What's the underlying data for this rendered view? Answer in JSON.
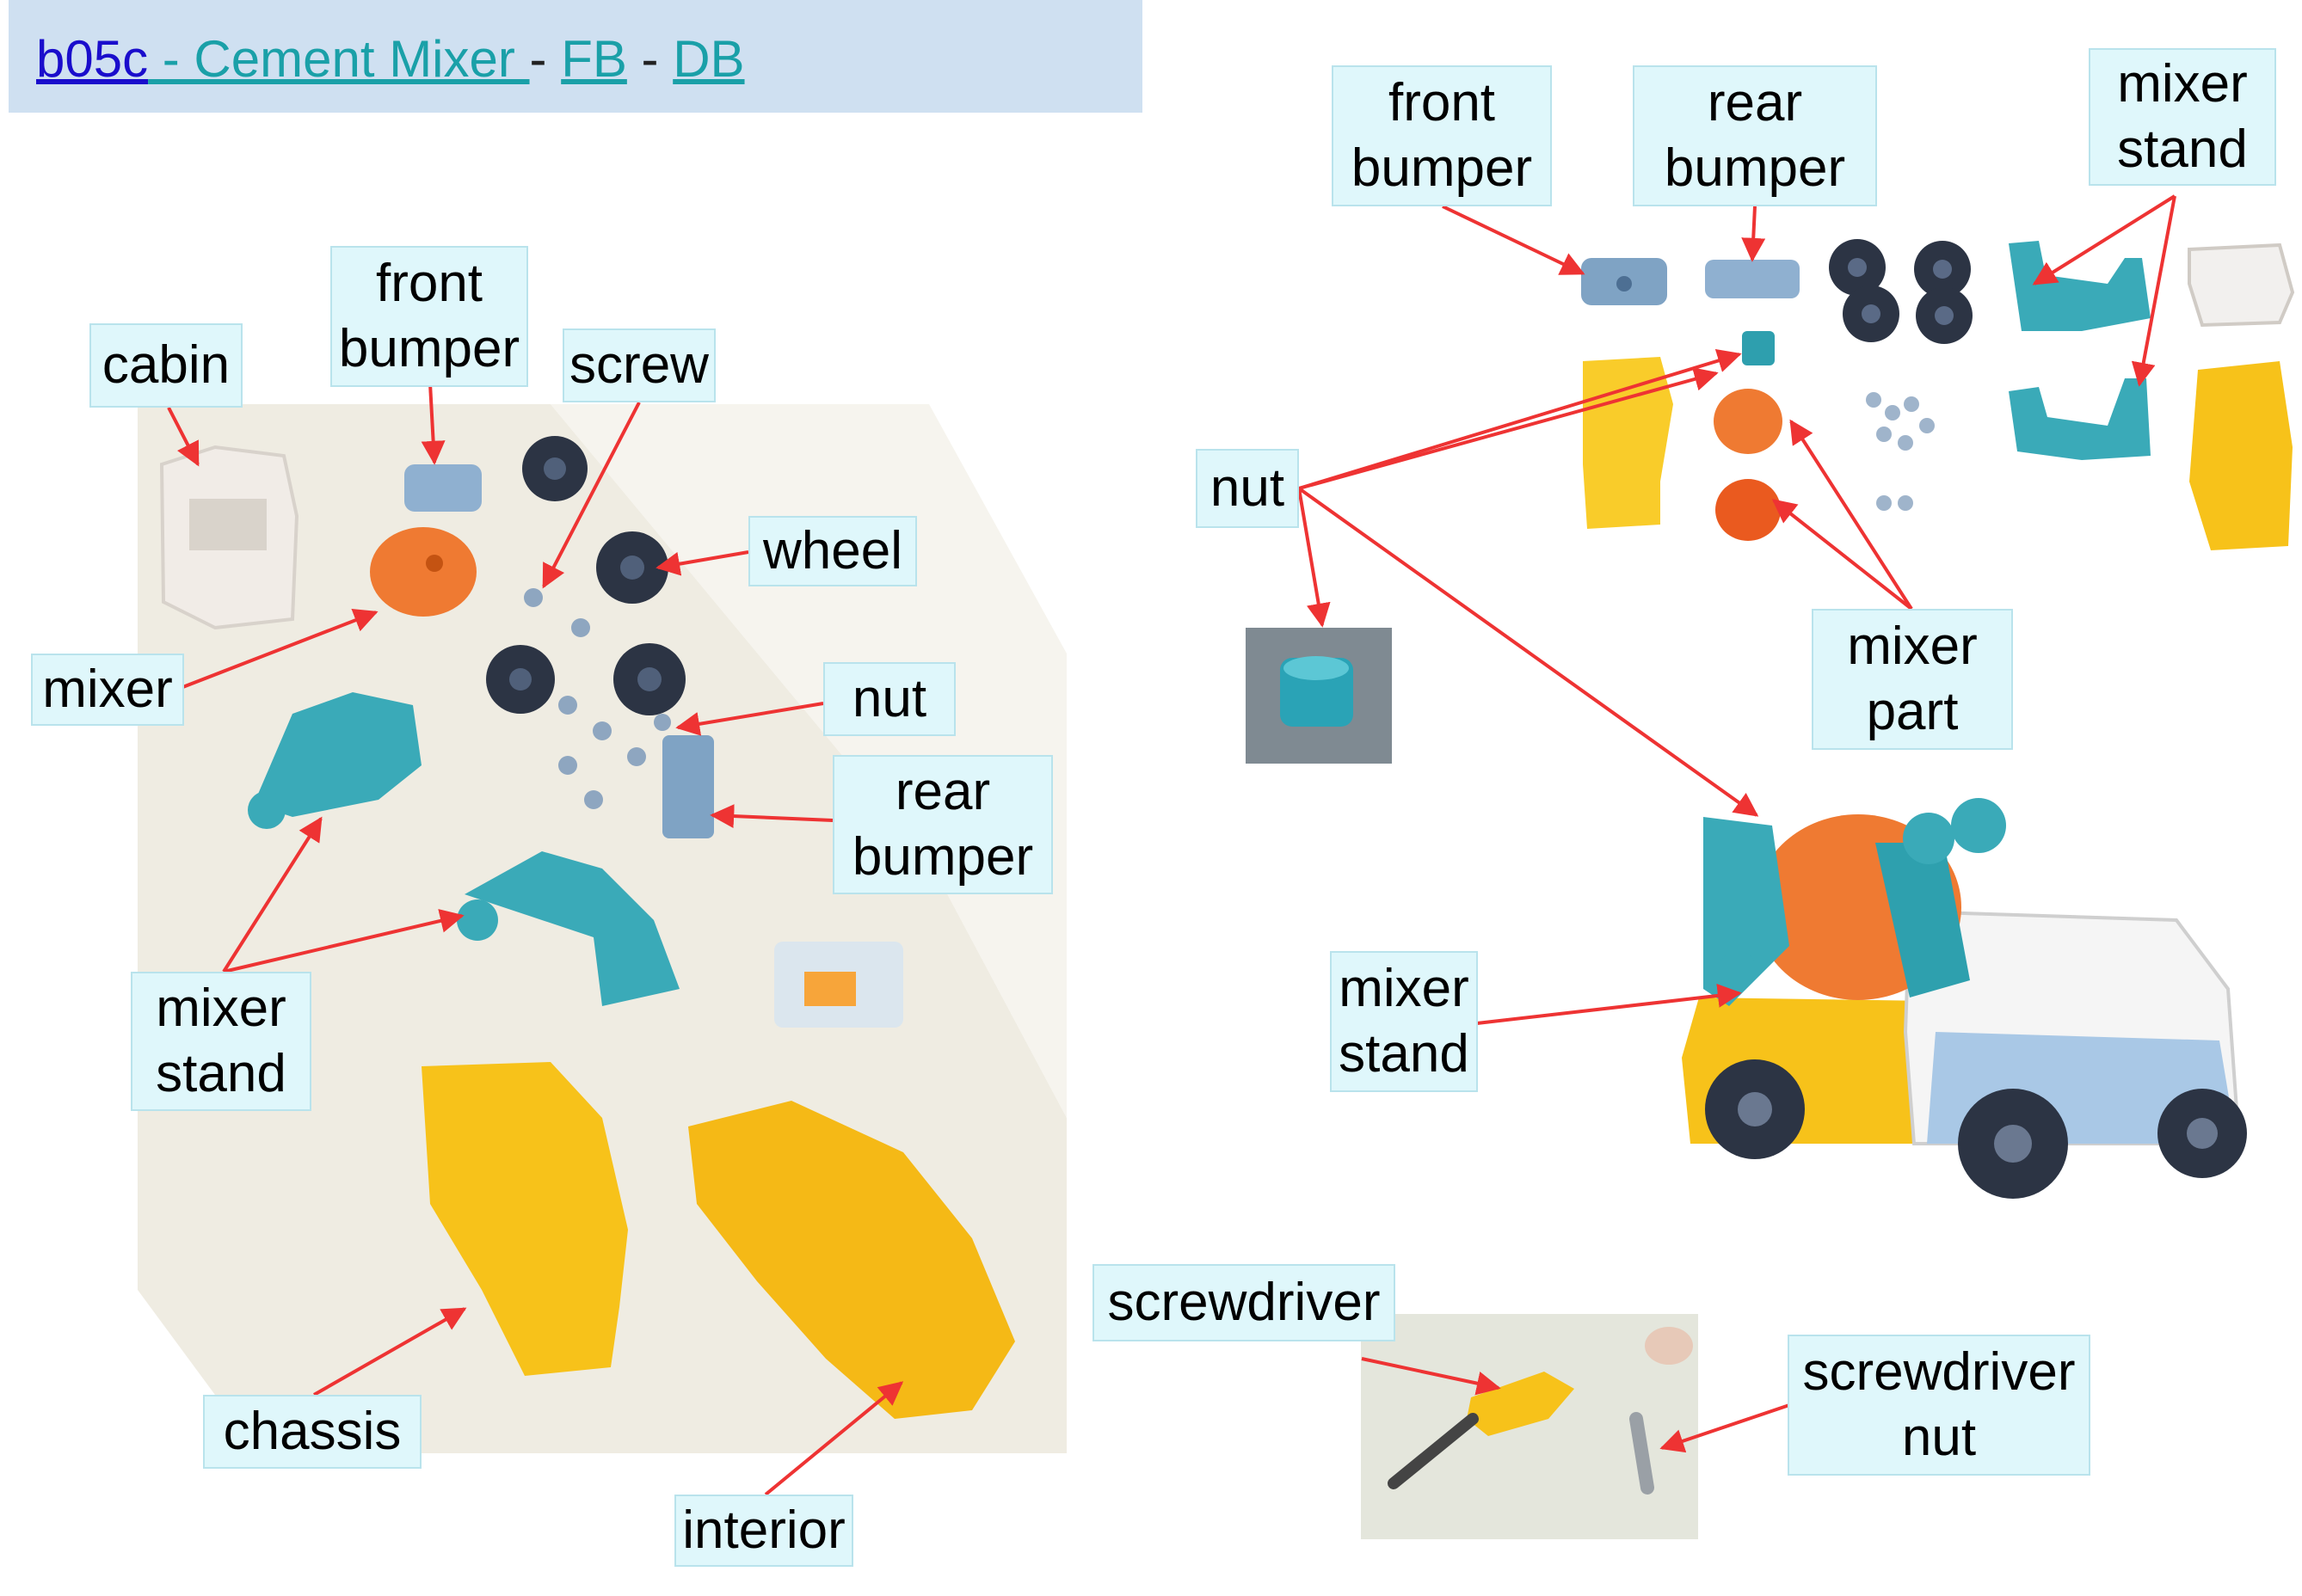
{
  "header": {
    "code": "b05c",
    "title": " - Cement Mixer ",
    "sep1": " - ",
    "fb": "FB",
    "sep2": "   - ",
    "db": "DB"
  },
  "labels": {
    "left": {
      "cabin": "cabin",
      "front_bumper": "front\nbumper",
      "screw": "screw",
      "wheel": "wheel",
      "mixer": "mixer",
      "nut": "nut",
      "rear_bumper": "rear\nbumper",
      "mixer_stand": "mixer\nstand",
      "chassis": "chassis",
      "interior": "interior"
    },
    "right": {
      "front_bumper": "front\nbumper",
      "rear_bumper": "rear\nbumper",
      "mixer_stand_top": "mixer\nstand",
      "nut": "nut",
      "mixer_part": "mixer\npart",
      "mixer_stand": "mixer\nstand",
      "screwdriver": "screwdriver",
      "screwdriver_nut": "screwdriver\nnut"
    }
  },
  "colors": {
    "arrow": "#ee3333",
    "label_bg": "#dff7fb",
    "header_bg": "#cfe0f1",
    "cyan_part": "#3aaab8",
    "yellow_part": "#f7c21a",
    "orange_part": "#ef7a32",
    "dark_wheel": "#2c3444",
    "light_blue_part": "#7fa3c4"
  }
}
